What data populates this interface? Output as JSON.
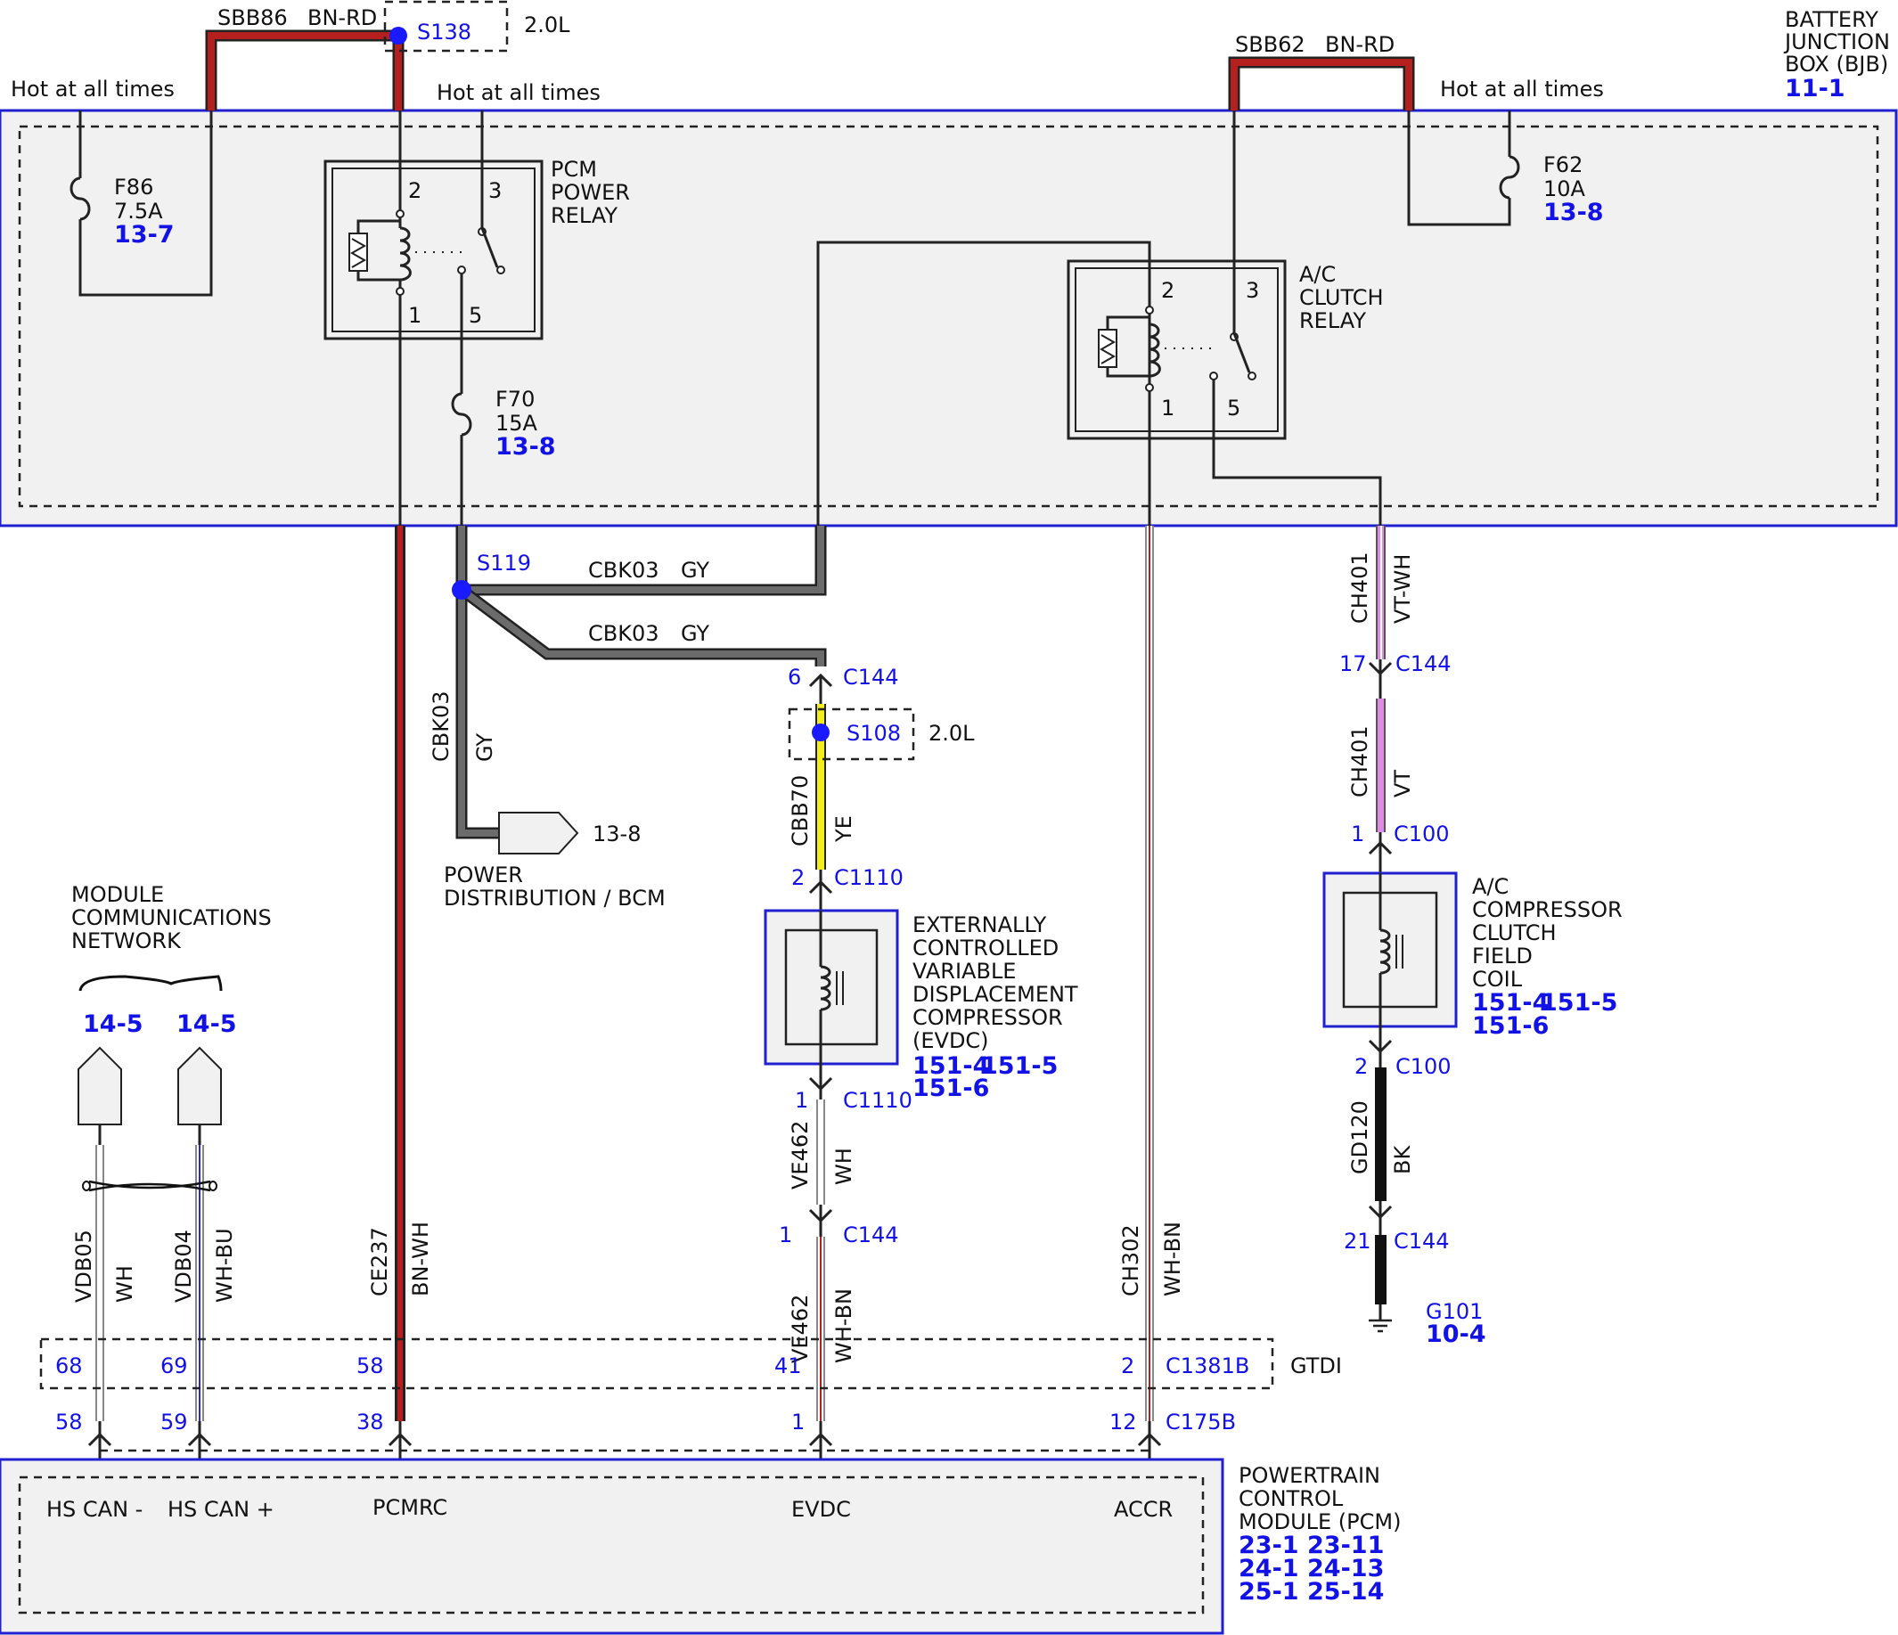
{
  "battery_junction_box": {
    "title": [
      "BATTERY",
      "JUNCTION",
      "BOX (BJB)"
    ],
    "ref": "11-1",
    "hot_labels": [
      "Hot at all times",
      "Hot at all times",
      "Hot at all times"
    ],
    "fuses": {
      "f86": {
        "name": "F86",
        "rating": "7.5A",
        "ref": "13-7"
      },
      "f70": {
        "name": "F70",
        "rating": "15A",
        "ref": "13-8"
      },
      "f62": {
        "name": "F62",
        "rating": "10A",
        "ref": "13-8"
      }
    },
    "pcm_relay": {
      "title": [
        "PCM",
        "POWER",
        "RELAY"
      ],
      "pins": [
        "2",
        "3",
        "1",
        "5"
      ]
    },
    "ac_relay": {
      "title": [
        "A/C",
        "CLUTCH",
        "RELAY"
      ],
      "pins": [
        "2",
        "3",
        "1",
        "5"
      ]
    }
  },
  "top": {
    "sbb86": "SBB86",
    "sbb86_color": "BN-RD",
    "sbb62": "SBB62",
    "sbb62_color": "BN-RD",
    "s138": "S138",
    "s138_engine": "2.0L"
  },
  "splices": {
    "s119": "S119",
    "s108": "S108",
    "s108_engine": "2.0L"
  },
  "wires": {
    "cbk03_a": {
      "circuit": "CBK03",
      "color": "GY"
    },
    "cbk03_b": {
      "circuit": "CBK03",
      "color": "GY"
    },
    "cbk03_c": {
      "circuit": "CBK03",
      "color": "GY"
    },
    "cbb70": {
      "circuit": "CBB70",
      "color": "YE"
    },
    "ve462_a": {
      "circuit": "VE462",
      "color": "WH"
    },
    "ve462_b": {
      "circuit": "VE462",
      "color": "WH-BN"
    },
    "ch401_a": {
      "circuit": "CH401",
      "color": "VT-WH"
    },
    "ch401_b": {
      "circuit": "CH401",
      "color": "VT"
    },
    "gd120": {
      "circuit": "GD120",
      "color": "BK"
    },
    "vdb05": {
      "circuit": "VDB05",
      "color": "WH"
    },
    "vdb04": {
      "circuit": "VDB04",
      "color": "WH-BU"
    },
    "ce237": {
      "circuit": "CE237",
      "color": "BN-WH"
    },
    "ch302": {
      "circuit": "CH302",
      "color": "WH-BN"
    }
  },
  "connectors": {
    "c144_6": {
      "pin": "6",
      "name": "C144"
    },
    "c1110_2": {
      "pin": "2",
      "name": "C1110"
    },
    "c1110_1": {
      "pin": "1",
      "name": "C1110"
    },
    "c144_1": {
      "pin": "1",
      "name": "C144"
    },
    "c144_17": {
      "pin": "17",
      "name": "C144"
    },
    "c100_1": {
      "pin": "1",
      "name": "C100"
    },
    "c100_2": {
      "pin": "2",
      "name": "C100"
    },
    "c144_21": {
      "pin": "21",
      "name": "C144"
    }
  },
  "power_distribution": {
    "label": [
      "POWER",
      "DISTRIBUTION / BCM"
    ],
    "ref": "13-8"
  },
  "evdc": {
    "title": [
      "EXTERNALLY",
      "CONTROLLED",
      "VARIABLE",
      "DISPLACEMENT",
      "COMPRESSOR",
      "(EVDC)"
    ],
    "refs": [
      "151-4",
      "151-5",
      "151-6"
    ]
  },
  "ac_clutch_coil": {
    "title": [
      "A/C",
      "COMPRESSOR",
      "CLUTCH",
      "FIELD",
      "COIL"
    ],
    "refs": [
      "151-4",
      "151-5",
      "151-6"
    ]
  },
  "ground": {
    "name": "G101",
    "ref": "10-4"
  },
  "module_network": {
    "title": [
      "MODULE",
      "COMMUNICATIONS",
      "NETWORK"
    ],
    "refs": [
      "14-5",
      "14-5"
    ]
  },
  "gtdi_connector": {
    "label": "GTDI",
    "name": "C1381B",
    "pins": [
      "68",
      "69",
      "58",
      "41",
      "2"
    ]
  },
  "c175b": {
    "name": "C175B",
    "pins": [
      "58",
      "59",
      "38",
      "1",
      "12"
    ]
  },
  "pcm": {
    "title": [
      "POWERTRAIN",
      "CONTROL",
      "MODULE (PCM)"
    ],
    "pins": [
      "HS CAN -",
      "HS CAN +",
      "PCMRC",
      "EVDC",
      "ACCR"
    ],
    "refs": [
      "23-1",
      "23-11",
      "24-1",
      "24-13",
      "25-1",
      "25-14"
    ]
  },
  "colors": {
    "bn_rd": "#b3201d",
    "gy": "#6b6b6b",
    "ye": "#f2ee18",
    "vt": "#e08ce6",
    "bk": "#111111",
    "blue_ref": "#1212e6",
    "box_border": "#2020d0",
    "box_fill": "#f1f1f1"
  }
}
